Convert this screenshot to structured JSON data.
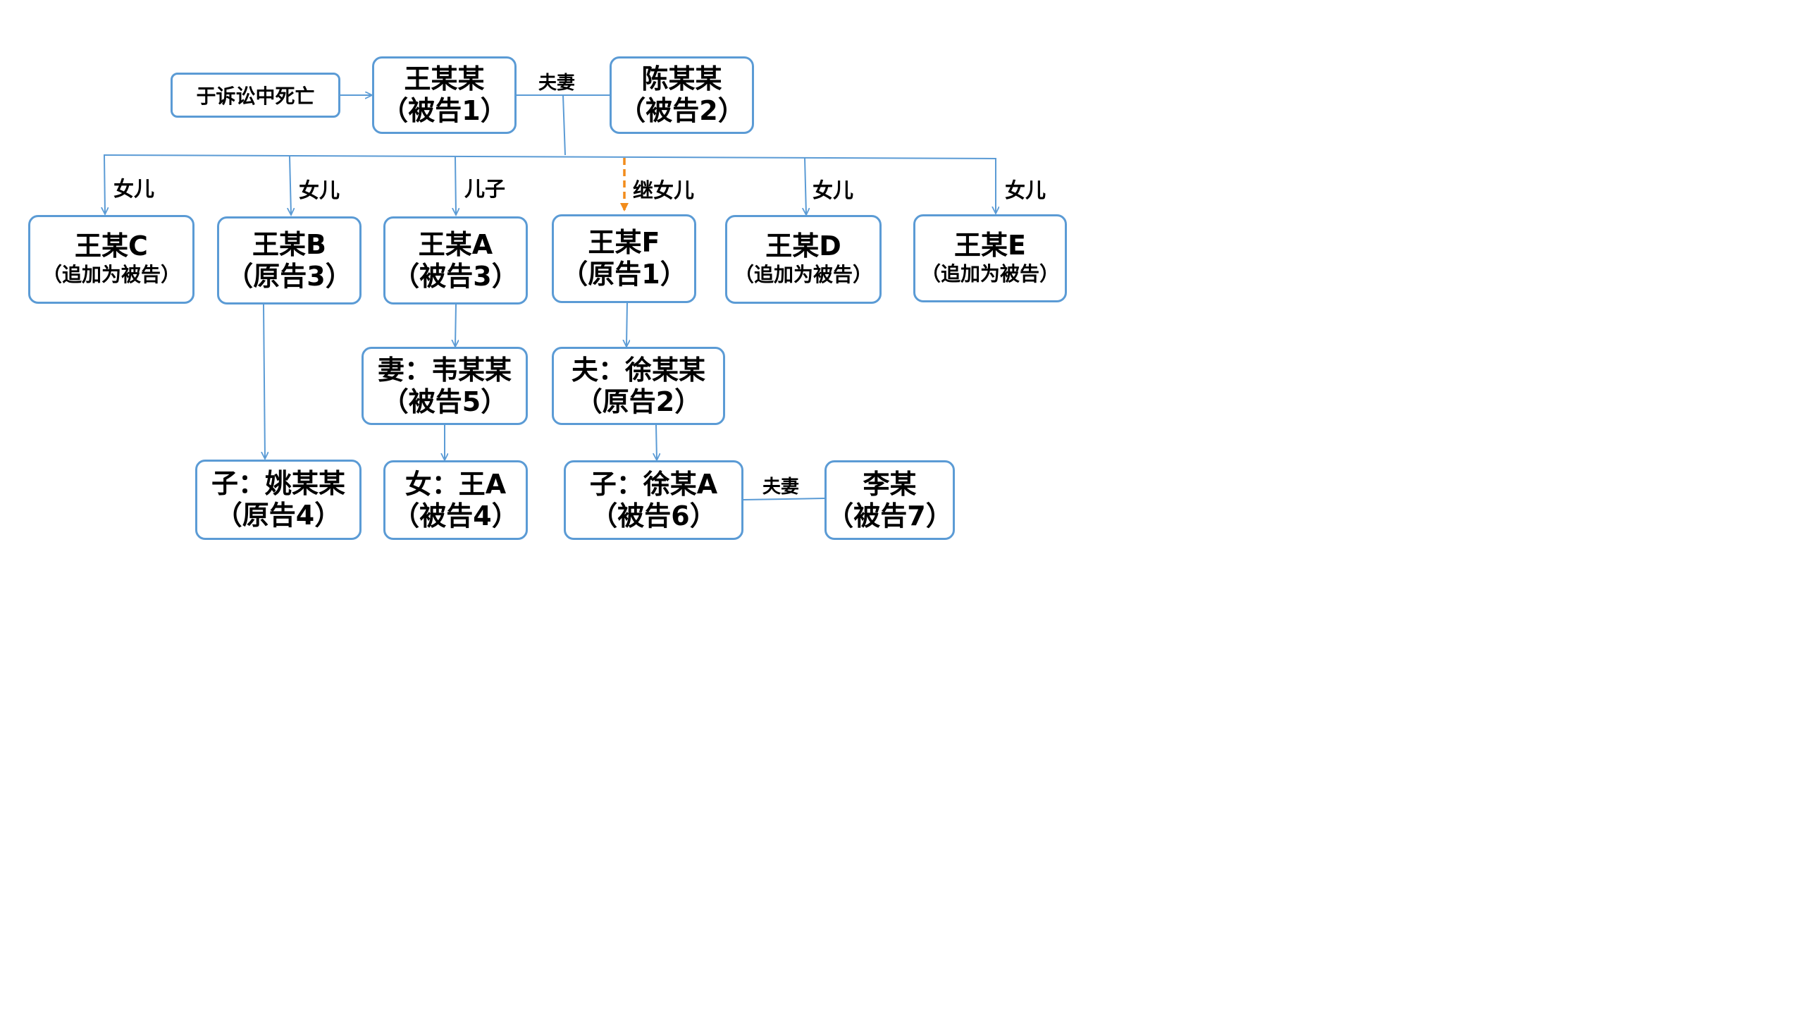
{
  "colors": {
    "box_border": "#5b9bd5",
    "line": "#5b9bd5",
    "step_line": "#f28c1b",
    "text": "#000000"
  },
  "nodes": {
    "note_death": "于诉讼中死亡",
    "wang_moumou": {
      "name": "王某某",
      "role": "（被告1）"
    },
    "chen_moumou": {
      "name": "陈某某",
      "role": "（被告2）"
    },
    "wang_c": {
      "name": "王某C",
      "role": "（追加为被告）"
    },
    "wang_b": {
      "name": "王某B",
      "role": "（原告3）"
    },
    "wang_a": {
      "name": "王某A",
      "role": "（被告3）"
    },
    "wang_f": {
      "name": "王某F",
      "role": "（原告1）"
    },
    "wang_d": {
      "name": "王某D",
      "role": "（追加为被告）"
    },
    "wang_e": {
      "name": "王某E",
      "role": "（追加为被告）"
    },
    "wei_moumou": {
      "name": "妻：韦某某",
      "role": "（被告5）"
    },
    "xu_moumou": {
      "name": "夫：徐某某",
      "role": "（原告2）"
    },
    "yao_moumou": {
      "name": "子：姚某某",
      "role": "（原告4）"
    },
    "wang_a2": {
      "name": "女：王A",
      "role": "（被告4）"
    },
    "xu_a": {
      "name": "子：徐某A",
      "role": "（被告6）"
    },
    "li_mou": {
      "name": "李某",
      "role": "（被告7）"
    }
  },
  "edges": {
    "spouse_top": "夫妻",
    "spouse_bottom": "夫妻",
    "daughter": "女儿",
    "son": "儿子",
    "stepdaughter": "继女儿"
  }
}
